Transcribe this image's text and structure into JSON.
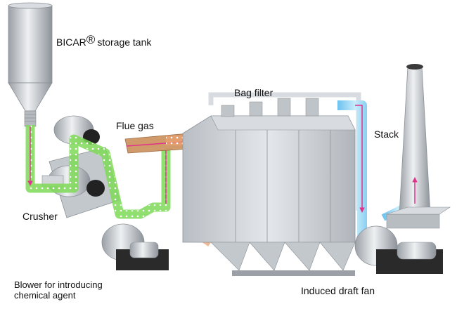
{
  "labels": {
    "storage_tank_name": "BICAR",
    "storage_tank_mark": "®",
    "storage_tank_suffix": "storage tank",
    "bag_filter": "Bag filter",
    "flue_gas": "Flue gas",
    "stack": "Stack",
    "crusher": "Crusher",
    "blower_line1": "Blower for introducing",
    "blower_line2": "chemical agent",
    "induced_draft_fan": "Induced draft fan"
  },
  "colors": {
    "chemical_flow": "#7ed957",
    "hot_gas_flow": "#e8a070",
    "clean_gas_flow": "#8fd3f4",
    "flow_arrow": "#e0338a",
    "equipment_metal": "#c9cdd2",
    "motor_dark": "#222222"
  }
}
